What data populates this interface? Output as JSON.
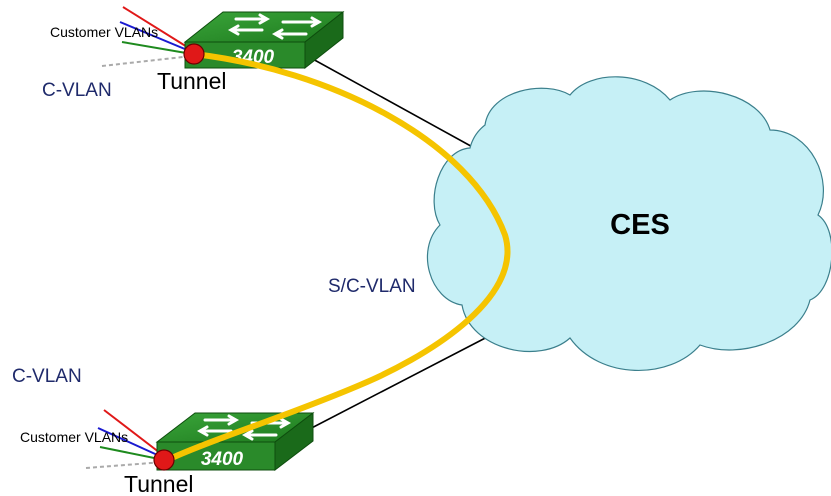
{
  "cloud": {
    "label": "CES"
  },
  "switches": [
    {
      "model": "3400",
      "tunnel_label": "Tunnel",
      "vlans_label": "Customer VLANs"
    },
    {
      "model": "3400",
      "tunnel_label": "Tunnel",
      "vlans_label": "Customer VLANs"
    }
  ],
  "vlan_labels": {
    "top": "C-VLAN",
    "middle": "S/C-VLAN",
    "bottom": "C-VLAN"
  },
  "colors": {
    "switch_body": "#2f8f2f",
    "cloud_fill": "#c6f0f6",
    "tunnel_path": "#f5c400",
    "tunnel_endpoint": "#e01818"
  }
}
